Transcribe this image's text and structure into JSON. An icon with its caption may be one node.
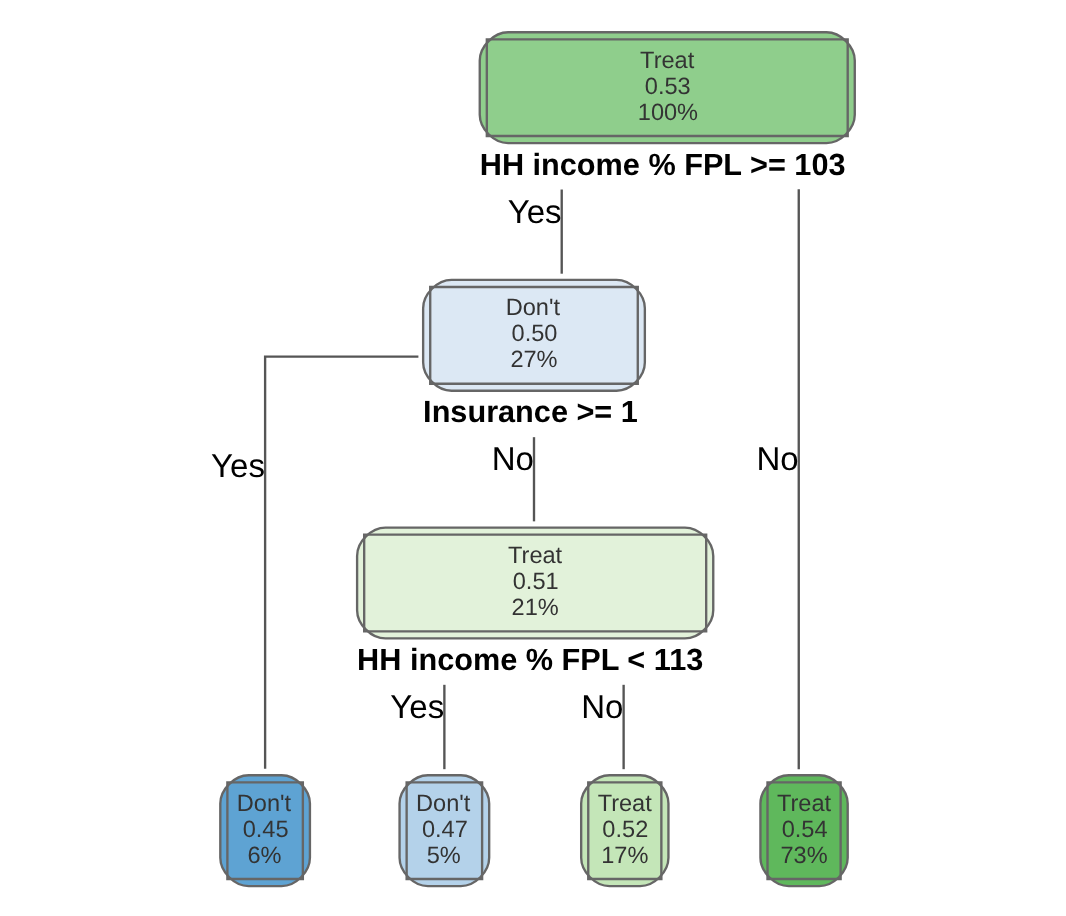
{
  "diagram": {
    "nodes": [
      {
        "text": [
          "Treat",
          "0.53",
          "100%"
        ],
        "beside": [
          "HH income % FPL >= 103"
        ]
      },
      {
        "text": [
          "Don't",
          "0.50",
          "27%"
        ],
        "beside": [
          "Insurance >= 1"
        ]
      },
      {
        "text": [
          "Treat",
          "0.51",
          "21%"
        ],
        "beside": [
          "HH income % FPL < 113"
        ]
      },
      {
        "text": [
          "Don't",
          "0.45",
          "6%"
        ]
      },
      {
        "text": [
          "Don't",
          "0.47",
          "5%"
        ]
      },
      {
        "text": [
          "Treat",
          "0.52",
          "17%"
        ]
      },
      {
        "text": [
          "Treat",
          "0.54",
          "73%"
        ]
      }
    ],
    "edges": [
      {
        "from": 0,
        "to": 1,
        "arrow": "none",
        "label": "Yes"
      },
      {
        "from": 0,
        "to": 6,
        "arrow": "none",
        "label": "No"
      },
      {
        "from": 1,
        "to": 3,
        "arrow": "none",
        "label": "Yes"
      },
      {
        "from": 1,
        "to": 2,
        "arrow": "none",
        "label": "No"
      },
      {
        "from": 2,
        "to": 4,
        "arrow": "none",
        "label": "Yes"
      },
      {
        "from": 2,
        "to": 5,
        "arrow": "none",
        "label": "No"
      }
    ]
  }
}
